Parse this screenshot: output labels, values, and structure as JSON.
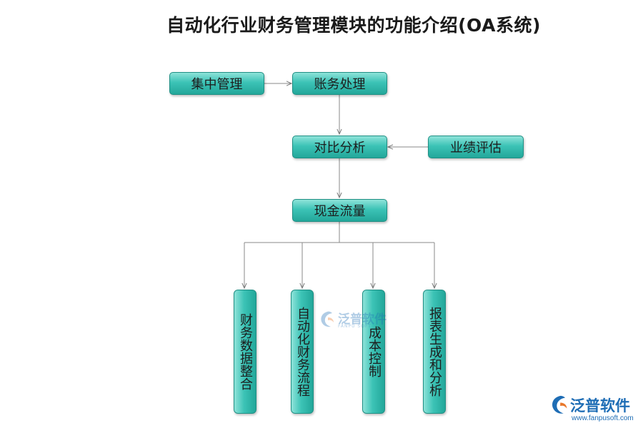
{
  "title": "自动化行业财务管理模块的功能介绍(OA系统)",
  "nodes": {
    "centralized": "集中管理",
    "accounting": "账务处理",
    "comparison": "对比分析",
    "performance": "业绩评估",
    "cashflow": "现金流量",
    "financial_data": "财务数据整合",
    "auto_flow": "自动化财务流程",
    "cost_control": "成本控制",
    "report": "报表生成和分析"
  },
  "watermark": {
    "name": "泛普软件",
    "sub": "FANPU SOFT"
  },
  "logo": {
    "name": "泛普软件",
    "url": "www.fanpusoft.com"
  }
}
